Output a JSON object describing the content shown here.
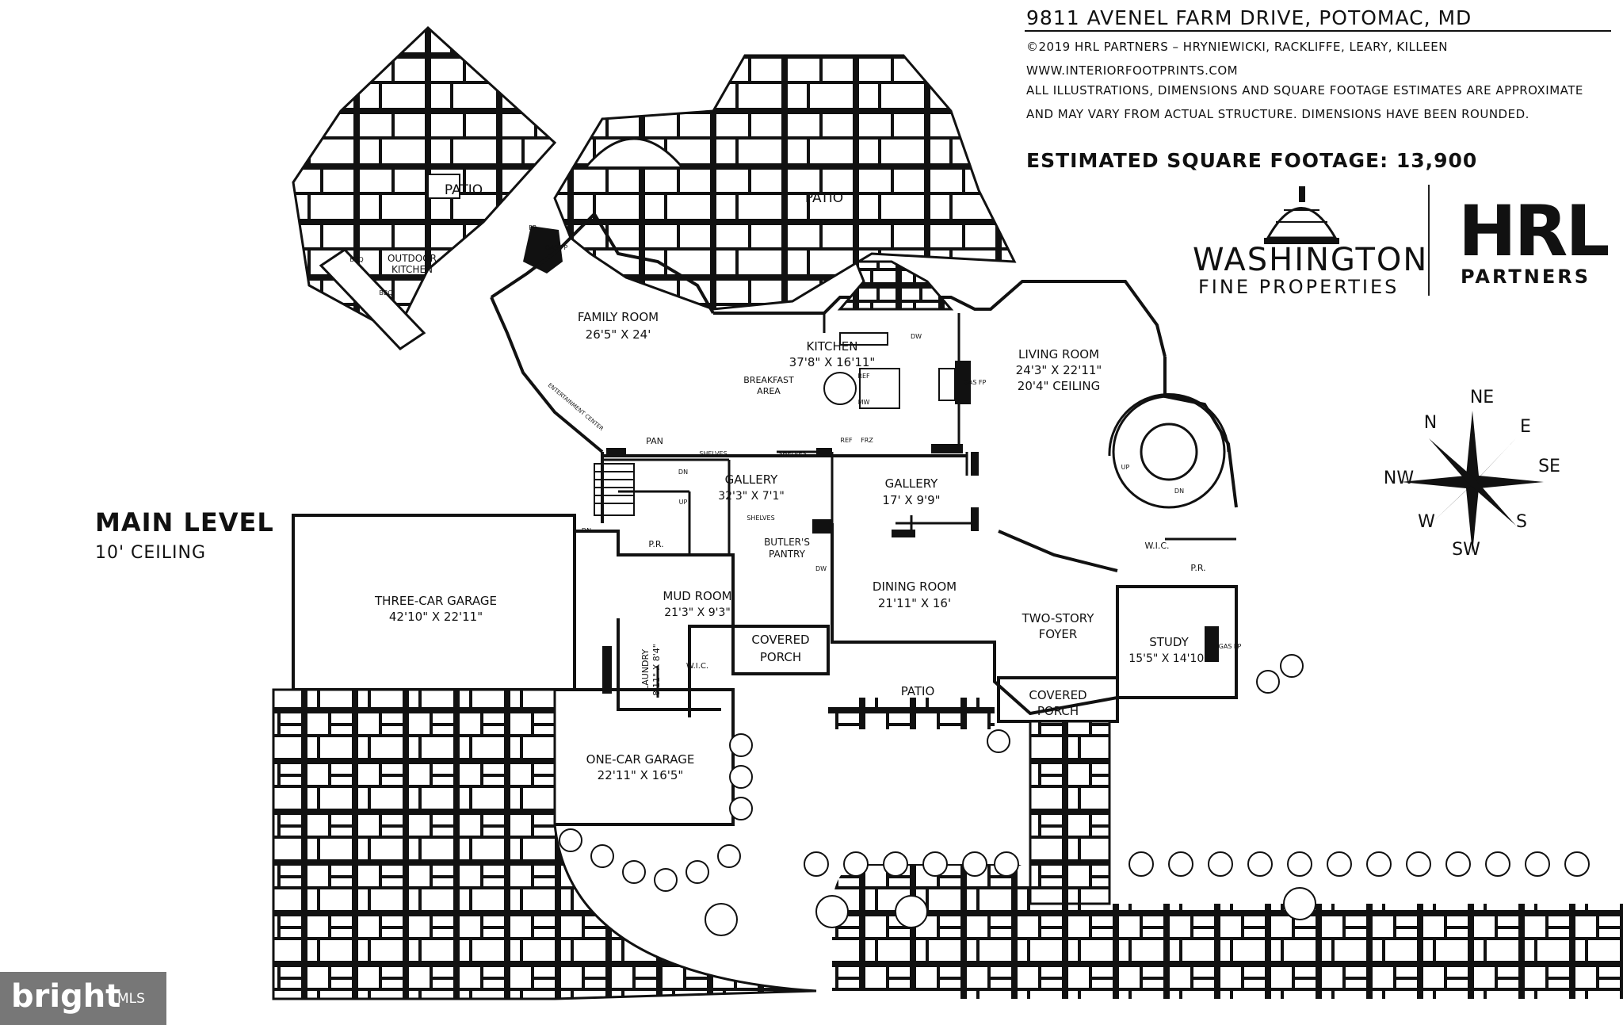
{
  "header": {
    "address": "9811 AVENEL FARM DRIVE, POTOMAC, MD",
    "copyright": "©2019 HRL PARTNERS – HRYNIEWICKI, RACKLIFFE, LEARY, KILLEEN",
    "website": "WWW.INTERIORFOOTPRINTS.COM",
    "disclaimer_line1": "ALL ILLUSTRATIONS, DIMENSIONS AND SQUARE FOOTAGE ESTIMATES ARE APPROXIMATE",
    "disclaimer_line2": "AND MAY VARY FROM ACTUAL STRUCTURE. DIMENSIONS HAVE BEEN ROUNDED.",
    "square_footage": "ESTIMATED SQUARE FOOTAGE: 13,900"
  },
  "level": {
    "name": "MAIN LEVEL",
    "ceiling": "10' CEILING"
  },
  "logos": {
    "wfp_name": "WASHINGTON",
    "wfp_sub": "FINE PROPERTIES",
    "hrl_name": "HRL",
    "hrl_sub": "PARTNERS",
    "bright_name": "bright",
    "bright_sub": "MLS"
  },
  "compass": {
    "N": "N",
    "NE": "NE",
    "E": "E",
    "SE": "SE",
    "S": "S",
    "SW": "SW",
    "W": "W",
    "NW": "NW"
  },
  "rooms": {
    "patio_left": "PATIO",
    "patio_right": "PATIO",
    "outdoor_kitchen_1": "OUTDOOR",
    "outdoor_kitchen_2": "KITCHEN",
    "family_room": "FAMILY ROOM",
    "family_room_dim": "26'5\" X 24'",
    "kitchen": "KITCHEN",
    "kitchen_dim": "37'8\" X 16'11\"",
    "breakfast_1": "BREAKFAST",
    "breakfast_2": "AREA",
    "living_room": "LIVING ROOM",
    "living_room_dim": "24'3\" X 22'11\"",
    "living_room_ceiling": "20'4\" CEILING",
    "gallery_1": "GALLERY",
    "gallery_1_dim": "32'3\" X 7'1\"",
    "gallery_2": "GALLERY",
    "gallery_2_dim": "17' X 9'9\"",
    "three_car_garage": "THREE-CAR GARAGE",
    "three_car_garage_dim": "42'10\" X 22'11\"",
    "mud_room": "MUD ROOM",
    "mud_room_dim": "21'3\" X 9'3\"",
    "butlers_pantry_1": "BUTLER'S",
    "butlers_pantry_2": "PANTRY",
    "dining_room": "DINING ROOM",
    "dining_room_dim": "21'11\" X 16'",
    "two_story_foyer_1": "TWO-STORY",
    "two_story_foyer_2": "FOYER",
    "study": "STUDY",
    "study_dim": "15'5\" X 14'10\"",
    "covered_porch_1a": "COVERED",
    "covered_porch_1b": "PORCH",
    "covered_porch_2a": "COVERED",
    "covered_porch_2b": "PORCH",
    "patio_front": "PATIO",
    "laundry": "LAUNDRY",
    "laundry_dim": "8'11\" X 8'4\"",
    "one_car_garage": "ONE-CAR GARAGE",
    "one_car_garage_dim": "22'11\" X 16'5\"",
    "pr_1": "P.R.",
    "pr_2": "P.R.",
    "wic_1": "W.I.C.",
    "wic_2": "W.I.C.",
    "pan": "PAN",
    "shelves_1": "SHELVES",
    "shelves_2": "SHELVES",
    "shelves_3": "SHELVES",
    "ref_1": "REF",
    "frz": "FRZ",
    "ref_2": "REF",
    "mw": "MW",
    "dw_1": "DW",
    "dw_2": "DW",
    "gas_fp_1": "GAS FP",
    "gas_fp_2": "GAS FP",
    "gas_fp_3": "GAS FP",
    "fp": "FP",
    "bbq_1": "BBQ",
    "bbq_2": "BBQ",
    "entertainment_center": "ENTERTAINMENT CENTER",
    "dn_1": "DN",
    "dn_2": "DN",
    "dn_3": "DN",
    "up_1": "UP",
    "up_2": "UP"
  }
}
